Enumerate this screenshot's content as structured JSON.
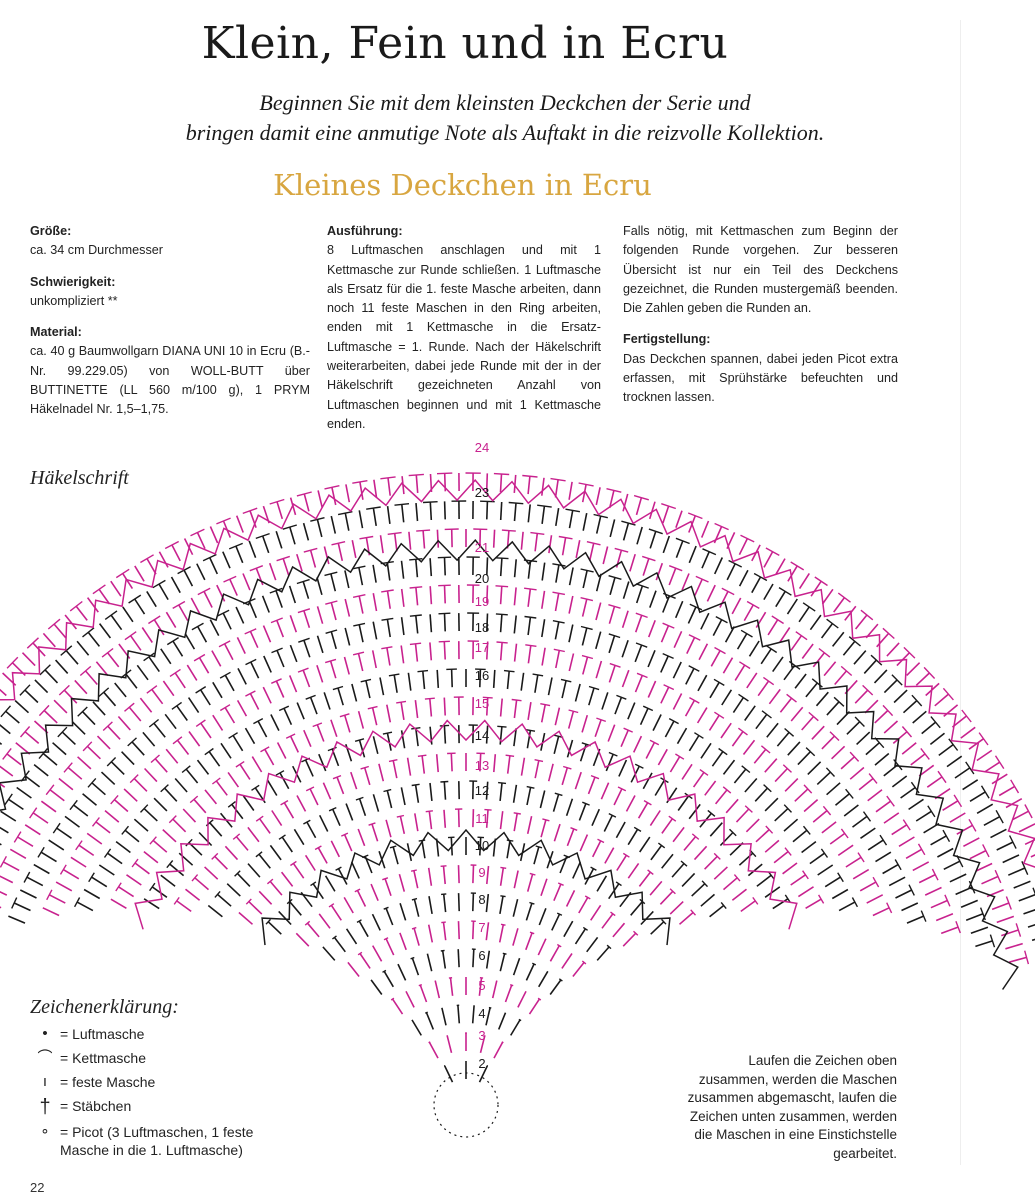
{
  "page": {
    "title": "Klein, Fein und in Ecru",
    "subtitle_line1": "Beginnen Sie mit dem kleinsten Deckchen der Serie und",
    "subtitle_line2": "bringen damit eine anmutige Note als Auftakt in die reizvolle Kollektion.",
    "subhead": "Kleines Deckchen in Ecru",
    "page_number": "22"
  },
  "columns": {
    "size_heading": "Größe:",
    "size_text": "ca. 34 cm Durchmesser",
    "difficulty_heading": "Schwierigkeit:",
    "difficulty_text": "unkompliziert **",
    "material_heading": "Material:",
    "material_text": "ca. 40 g Baumwollgarn DIANA UNI 10 in Ecru (B.-Nr. 99.229.05) von WOLL-BUTT über BUTTINETTE (LL 560 m/100 g), 1 PRYM Häkelnadel Nr. 1,5–1,75.",
    "execution_heading": "Ausführung:",
    "execution_text": "8 Luftmaschen anschlagen und mit 1 Kettmasche zur Runde schließen. 1 Luftmasche als Ersatz für die 1. feste Masche arbeiten, dann noch 11 feste Maschen in den Ring arbeiten, enden mit 1 Kettmasche in die Ersatz-Luftmasche = 1. Runde. Nach der Häkelschrift weiterarbeiten, dabei jede Runde mit der in der Häkelschrift gezeichneten Anzahl von Luftmaschen beginnen und mit 1 Kettmasche enden.",
    "continue_text": "Falls nötig, mit Kettmaschen zum Beginn der folgenden Runde vorgehen. Zur besseren Übersicht ist nur ein Teil des Deckchens gezeichnet, die Runden mustergemäß beenden. Die Zahlen geben die Runden an.",
    "finishing_heading": "Fertigstellung:",
    "finishing_text": "Das Deckchen spannen, dabei jeden Picot extra erfassen, mit Sprühstärke befeuchten und trocknen lassen."
  },
  "diagram": {
    "label": "Häkelschrift",
    "round_numbers": [
      "2",
      "3",
      "4",
      "5",
      "6",
      "7",
      "8",
      "9",
      "10",
      "11",
      "12",
      "13",
      "14",
      "15",
      "16",
      "17",
      "18",
      "19",
      "20",
      "21",
      "23",
      "24"
    ],
    "colors": {
      "black": "#1a1a1a",
      "magenta": "#c8228e"
    }
  },
  "legend": {
    "title": "Zeichenerklärung:",
    "items": [
      {
        "icon": "chain-stitch-icon",
        "text": "= Luftmasche"
      },
      {
        "icon": "slip-stitch-icon",
        "text": "= Kettmasche"
      },
      {
        "icon": "single-crochet-icon",
        "text": "= feste Masche"
      },
      {
        "icon": "double-crochet-icon",
        "text": "= Stäbchen"
      },
      {
        "icon": "picot-icon",
        "text": "= Picot (3 Luftmaschen, 1 feste Masche in die 1. Luftmasche)"
      }
    ]
  },
  "note": "Laufen die Zeichen oben zusammen, werden die Maschen zusammen abgemascht, laufen die Zeichen unten zusammen, werden die Maschen in eine Einstichstelle gearbeitet."
}
